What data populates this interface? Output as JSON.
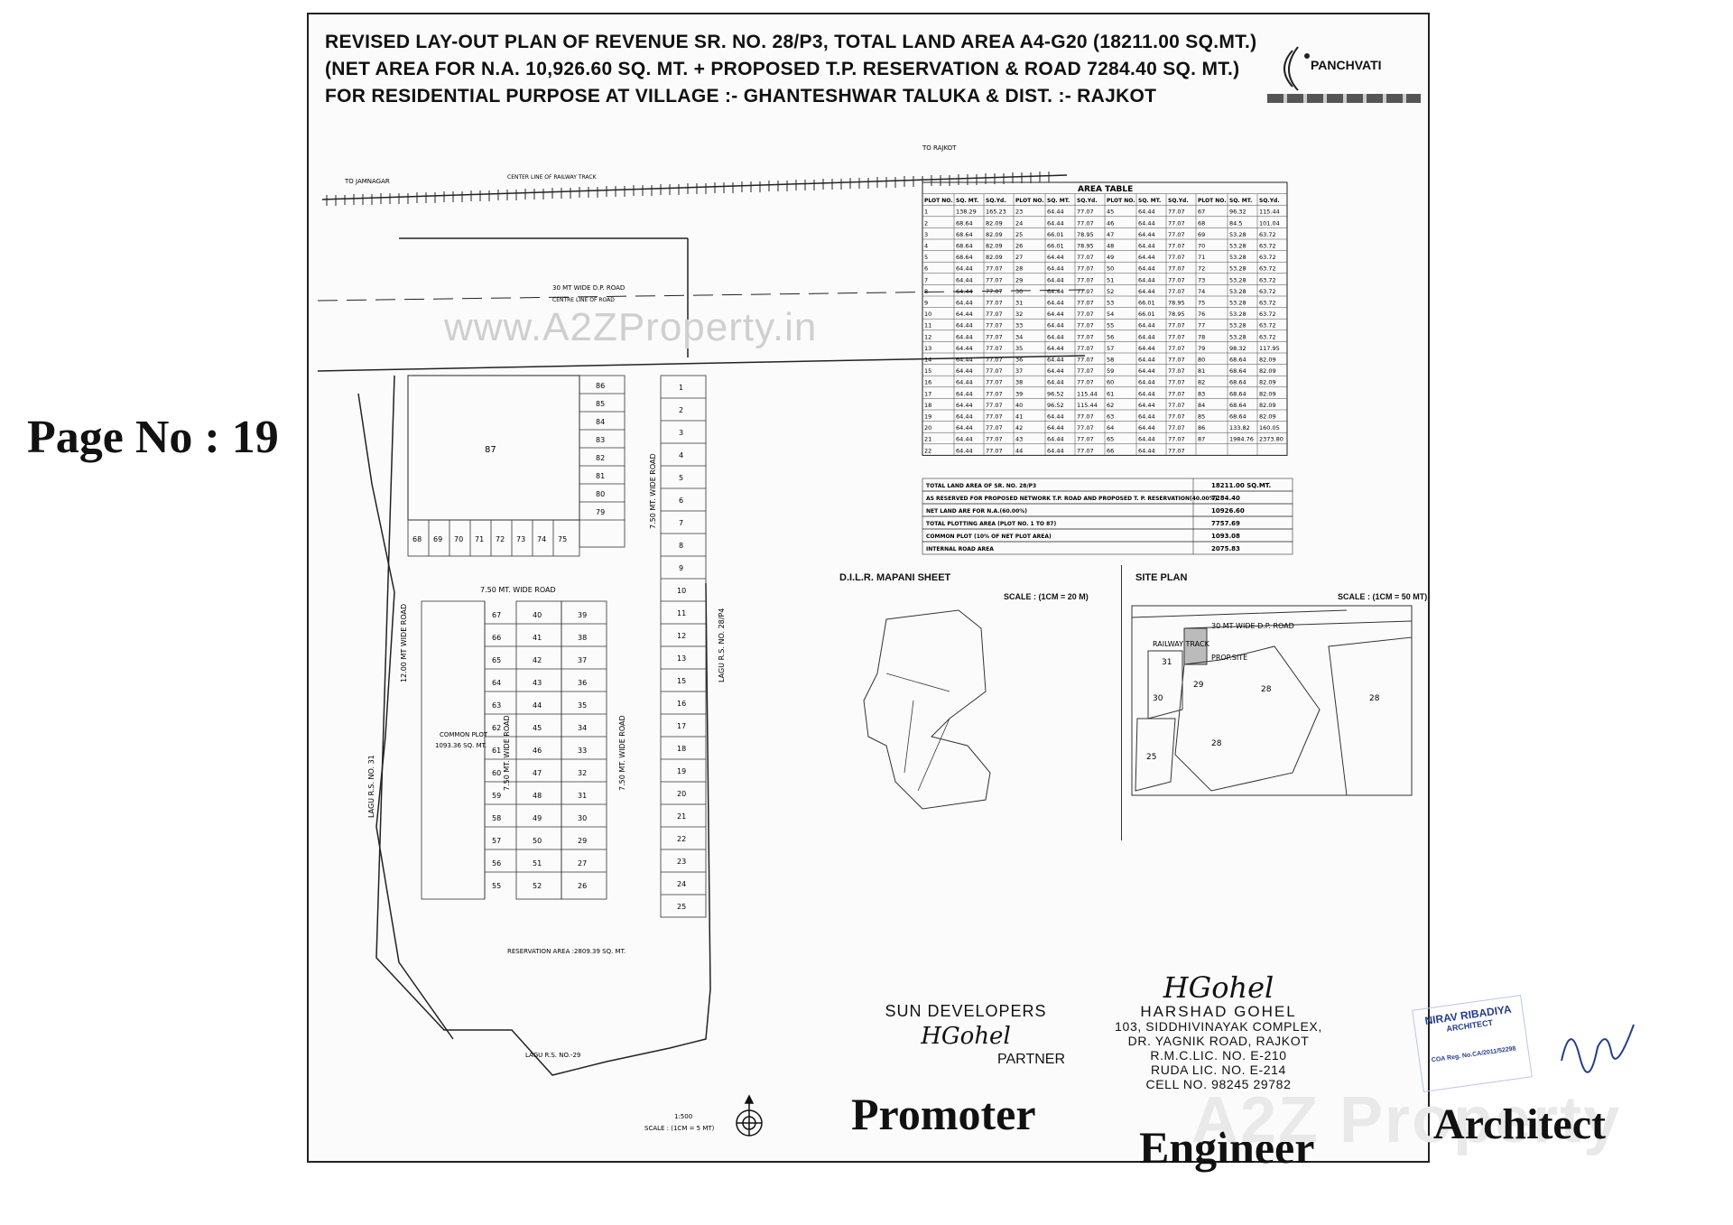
{
  "page_label": "Page No : 19",
  "title_lines": [
    "REVISED LAY-OUT PLAN OF REVENUE SR. NO. 28/P3, TOTAL LAND AREA A4-G20 (18211.00 SQ.MT.)",
    "(NET AREA FOR N.A. 10,926.60 SQ. MT. + PROPOSED T.P. RESERVATION & ROAD 7284.40 SQ. MT.)",
    "FOR RESIDENTIAL PURPOSE  AT VILLAGE :- GHANTESHWAR  TALUKA & DIST. :- RAJKOT"
  ],
  "logo_text": "PANCHVATI",
  "watermark": "www.A2ZProperty.in",
  "map_labels": {
    "to_jamnagar": "TO JAMNAGAR",
    "to_rajkot": "TO RAJKOT",
    "railway": "CENTER LINE OF RAILWAY TRACK",
    "dp_road": "30 MT WIDE D.P. ROAD",
    "dp_center": "CENTRE LINE OF ROAD",
    "road_750_a": "7.50 MT. WIDE ROAD",
    "road_750_b": "7.50 MT. WIDE ROAD",
    "road_750_c": "7.50 MT. WIDE ROAD",
    "road_750_d": "7.50 MT. WIDE ROAD",
    "road_12": "12.00 MT WIDE ROAD",
    "common_plot": "COMMON PLOT",
    "common_plot_area": "1093.36 SQ. MT.",
    "reservation": "RESERVATION AREA :2809.39 SQ. MT.",
    "lagu_31": "LAGU R.S. NO. 31",
    "lagu_29": "LAGU R.S. NO.-29",
    "lagu_28p4": "LAGU R.S. NO. 28/P4",
    "scale_main": "1:500",
    "scale_main_note": "SCALE : (1CM = 5 MT)",
    "plot_87": "87"
  },
  "area_table": {
    "title": "AREA TABLE",
    "headers": [
      "PLOT NO.",
      "SQ. MT.",
      "SQ.Yd.",
      "PLOT NO.",
      "SQ. MT.",
      "SQ.Yd.",
      "PLOT NO.",
      "SQ. MT.",
      "SQ.Yd.",
      "PLOT NO.",
      "SQ. MT.",
      "SQ.Yd."
    ],
    "rows": [
      [
        "1",
        "138.29",
        "165.23",
        "23",
        "64.44",
        "77.07",
        "45",
        "64.44",
        "77.07",
        "67",
        "96.32",
        "115.44"
      ],
      [
        "2",
        "68.64",
        "82.09",
        "24",
        "64.44",
        "77.07",
        "46",
        "64.44",
        "77.07",
        "68",
        "84.5",
        "101.04"
      ],
      [
        "3",
        "68.64",
        "82.09",
        "25",
        "66.01",
        "78.95",
        "47",
        "64.44",
        "77.07",
        "69",
        "53.28",
        "63.72"
      ],
      [
        "4",
        "68.64",
        "82.09",
        "26",
        "66.01",
        "78.95",
        "48",
        "64.44",
        "77.07",
        "70",
        "53.28",
        "63.72"
      ],
      [
        "5",
        "68.64",
        "82.09",
        "27",
        "64.44",
        "77.07",
        "49",
        "64.44",
        "77.07",
        "71",
        "53.28",
        "63.72"
      ],
      [
        "6",
        "64.44",
        "77.07",
        "28",
        "64.44",
        "77.07",
        "50",
        "64.44",
        "77.07",
        "72",
        "53.28",
        "63.72"
      ],
      [
        "7",
        "64.44",
        "77.07",
        "29",
        "64.44",
        "77.07",
        "51",
        "64.44",
        "77.07",
        "73",
        "53.28",
        "63.72"
      ],
      [
        "8",
        "64.44",
        "77.07",
        "30",
        "64.44",
        "77.07",
        "52",
        "64.44",
        "77.07",
        "74",
        "53.28",
        "63.72"
      ],
      [
        "9",
        "64.44",
        "77.07",
        "31",
        "64.44",
        "77.07",
        "53",
        "66.01",
        "78.95",
        "75",
        "53.28",
        "63.72"
      ],
      [
        "10",
        "64.44",
        "77.07",
        "32",
        "64.44",
        "77.07",
        "54",
        "66.01",
        "78.95",
        "76",
        "53.28",
        "63.72"
      ],
      [
        "11",
        "64.44",
        "77.07",
        "33",
        "64.44",
        "77.07",
        "55",
        "64.44",
        "77.07",
        "77",
        "53.28",
        "63.72"
      ],
      [
        "12",
        "64.44",
        "77.07",
        "34",
        "64.44",
        "77.07",
        "56",
        "64.44",
        "77.07",
        "78",
        "53.28",
        "63.72"
      ],
      [
        "13",
        "64.44",
        "77.07",
        "35",
        "64.44",
        "77.07",
        "57",
        "64.44",
        "77.07",
        "79",
        "98.32",
        "117.95"
      ],
      [
        "14",
        "64.44",
        "77.07",
        "36",
        "64.44",
        "77.07",
        "58",
        "64.44",
        "77.07",
        "80",
        "68.64",
        "82.09"
      ],
      [
        "15",
        "64.44",
        "77.07",
        "37",
        "64.44",
        "77.07",
        "59",
        "64.44",
        "77.07",
        "81",
        "68.64",
        "82.09"
      ],
      [
        "16",
        "64.44",
        "77.07",
        "38",
        "64.44",
        "77.07",
        "60",
        "64.44",
        "77.07",
        "82",
        "68.64",
        "82.09"
      ],
      [
        "17",
        "64.44",
        "77.07",
        "39",
        "96.52",
        "115.44",
        "61",
        "64.44",
        "77.07",
        "83",
        "68.64",
        "82.09"
      ],
      [
        "18",
        "64.44",
        "77.07",
        "40",
        "96.52",
        "115.44",
        "62",
        "64.44",
        "77.07",
        "84",
        "68.64",
        "82.09"
      ],
      [
        "19",
        "64.44",
        "77.07",
        "41",
        "64.44",
        "77.07",
        "63",
        "64.44",
        "77.07",
        "85",
        "68.64",
        "82.09"
      ],
      [
        "20",
        "64.44",
        "77.07",
        "42",
        "64.44",
        "77.07",
        "64",
        "64.44",
        "77.07",
        "86",
        "133.82",
        "160.05"
      ],
      [
        "21",
        "64.44",
        "77.07",
        "43",
        "64.44",
        "77.07",
        "65",
        "64.44",
        "77.07",
        "87",
        "1984.76",
        "2373.80"
      ],
      [
        "22",
        "64.44",
        "77.07",
        "44",
        "64.44",
        "77.07",
        "66",
        "64.44",
        "77.07",
        "",
        "",
        ""
      ]
    ]
  },
  "summary_table": [
    [
      "TOTAL LAND AREA OF SR. NO. 28/P3",
      "18211.00 SQ.MT."
    ],
    [
      "AS RESERVED FOR PROPOSED NETWORK T.P. ROAD AND PROPOSED T. P. RESERVATION(40.00%)",
      "7284.40"
    ],
    [
      "NET LAND ARE FOR N.A.(60.00%)",
      "10926.60"
    ],
    [
      "TOTAL PLOTTING AREA (PLOT NO. 1 TO 87)",
      "7757.69"
    ],
    [
      "COMMON PLOT (10% OF NET PLOT AREA)",
      "1093.08"
    ],
    [
      "INTERNAL ROAD AREA",
      "2075.83"
    ]
  ],
  "mapani_title": "D.I.L.R. MAPANI SHEET",
  "mapani_scale": "SCALE : (1CM = 20 M)",
  "siteplan_title": "SITE PLAN",
  "siteplan_scale": "SCALE : (1CM = 50 MT)",
  "siteplan_labels": {
    "rail": "RAILWAY TRACK",
    "road": "30 MT WIDE D.P. ROAD",
    "prop": "PROP.SITE",
    "n31": "31",
    "n30": "30",
    "n29": "29",
    "n28a": "28",
    "n28b": "28",
    "n28c": "28",
    "n25": "25"
  },
  "promoter": {
    "company": "SUN DEVELOPERS",
    "signature": "HGohel",
    "title": "PARTNER",
    "role": "Promoter"
  },
  "engineer": {
    "signature": "HGohel",
    "lines": [
      "HARSHAD GOHEL",
      "103, SIDDHIVINAYAK COMPLEX,",
      "DR. YAGNIK ROAD, RAJKOT",
      "R.M.C.LIC. NO. E-210",
      "RUDA LIC. NO. E-214",
      "CELL NO. 98245 29782"
    ],
    "role": "Engineer"
  },
  "architect": {
    "stamp_name": "NIRAV RIBADIYA",
    "stamp_title": "ARCHITECT",
    "stamp_reg": "COA Reg. No.CA/2011/52298",
    "role": "Architect"
  },
  "az_watermark": "A2Z Property"
}
